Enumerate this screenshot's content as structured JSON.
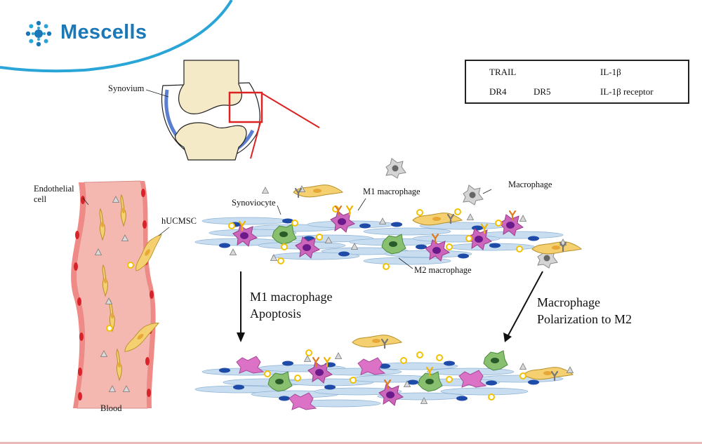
{
  "brand": {
    "name": "Mescells",
    "color": "#1a78b8"
  },
  "legend": {
    "trail": "TRAIL",
    "il1b": "IL-1β",
    "dr4": "DR4",
    "dr5": "DR5",
    "il1b_receptor": "IL-1β receptor"
  },
  "labels": {
    "synovium": "Synovium",
    "endothelial_line1": "Endothelial",
    "endothelial_line2": "cell",
    "hucmsc": "hUCMSC",
    "blood": "Blood",
    "synoviocyte": "Synoviocyte",
    "m1_macrophage": "M1 macrophage",
    "macrophage": "Macrophage",
    "m2_macrophage": "M2 macrophage"
  },
  "processes": {
    "apoptosis_line1": "M1 macrophage",
    "apoptosis_line2": "Apoptosis",
    "polarization_line1": "Macrophage",
    "polarization_line2": "Polarization to M2"
  },
  "colors": {
    "trail": "#f2c200",
    "dr4": "#e07a1f",
    "dr5": "#f0b400",
    "il1b_receptor": "#777777",
    "m1": "#cc66bb",
    "m2": "#88c070",
    "vessel": "#f4b8b0",
    "nucleus_red": "#d8232a",
    "synoviocyte": "#c8def0",
    "highlight": "#dd2222"
  }
}
